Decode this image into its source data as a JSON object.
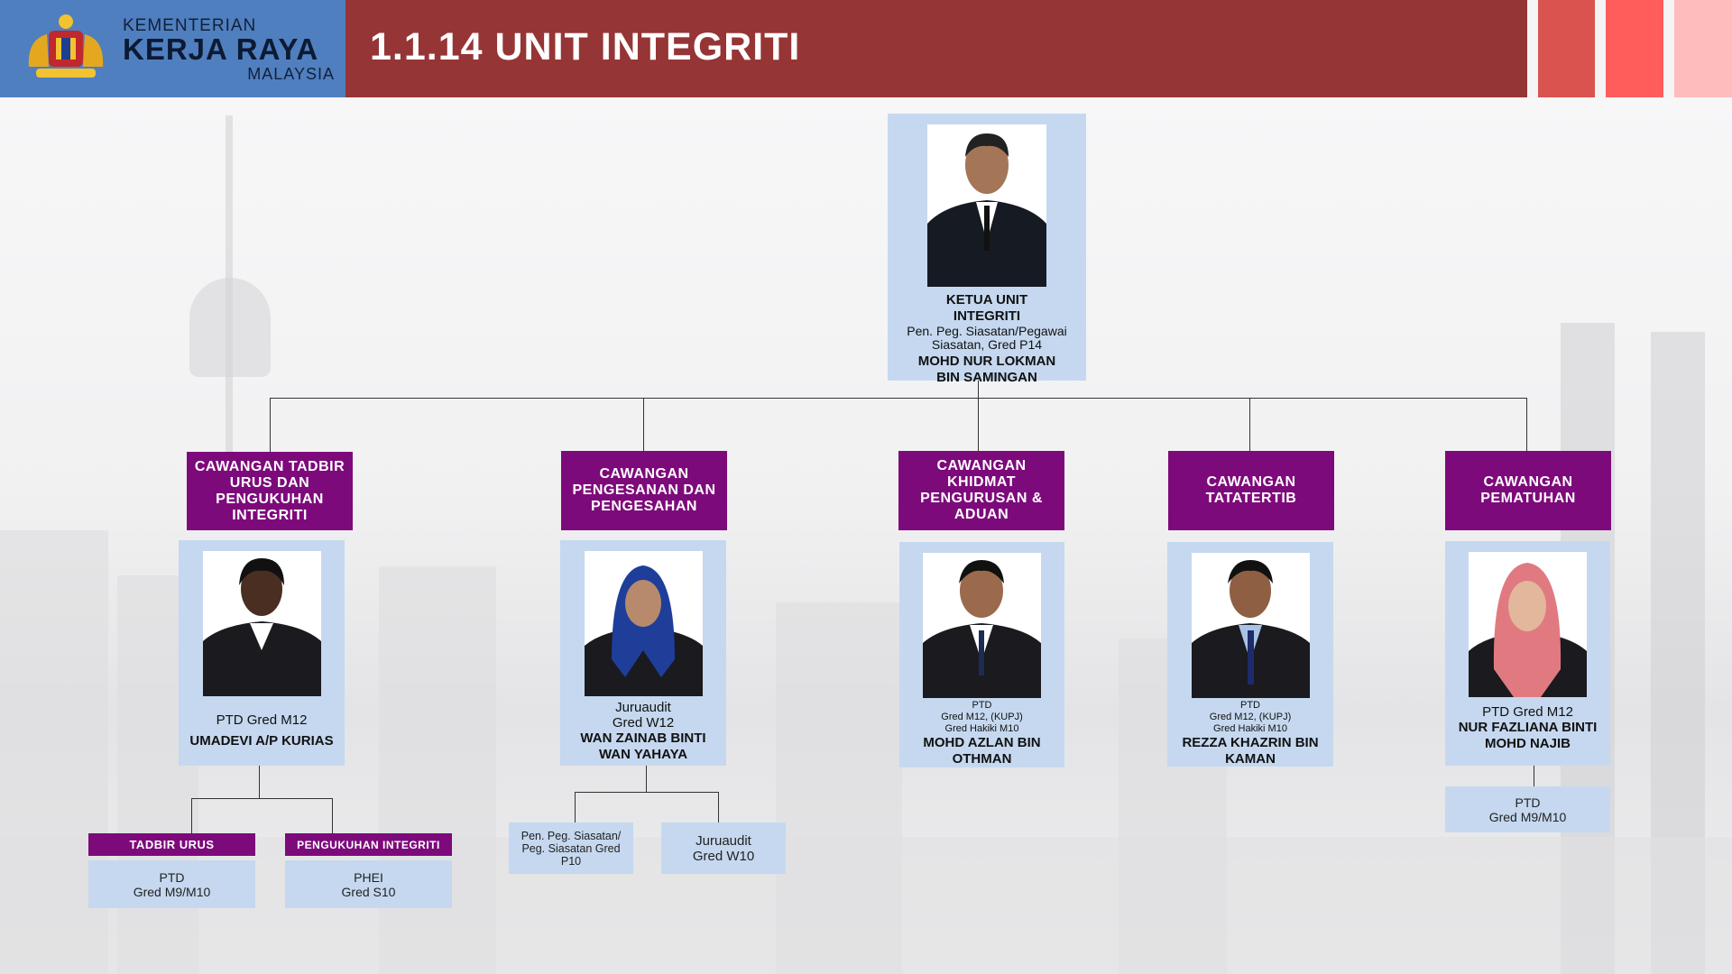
{
  "header": {
    "ministry_line1": "KEMENTERIAN",
    "ministry_line2": "KERJA RAYA",
    "ministry_line3": "MALAYSIA",
    "title": "1.1.14 UNIT INTEGRITI",
    "accent_colors": [
      "#d9534f",
      "#ff5c5c",
      "#ffbcbc"
    ]
  },
  "head": {
    "role_line1": "KETUA UNIT",
    "role_line2": "INTEGRITI",
    "grade_line1": "Pen. Peg. Siasatan/Pegawai",
    "grade_line2": "Siasatan, Gred P14",
    "name_line1": "MOHD NUR LOKMAN",
    "name_line2": "BIN SAMINGAN"
  },
  "branches": [
    {
      "title": "CAWANGAN TADBIR URUS DAN PENGUKUHAN INTEGRITI",
      "grade": "PTD Gred M12",
      "name": "UMADEVI A/P KURIAS",
      "units": [
        {
          "label": "TADBIR URUS",
          "line1": "PTD",
          "line2": "Gred M9/M10"
        },
        {
          "label": "PENGUKUHAN INTEGRITI",
          "line1": "PHEI",
          "line2": "Gred S10"
        }
      ]
    },
    {
      "title": "CAWANGAN PENGESANAN DAN PENGESAHAN",
      "grade_line1": "Juruaudit",
      "grade_line2": "Gred W12",
      "name_line1": "WAN ZAINAB BINTI",
      "name_line2": "WAN YAHAYA",
      "staff": [
        {
          "line1": "Pen. Peg. Siasatan/",
          "line2": "Peg. Siasatan Gred",
          "line3": "P10"
        },
        {
          "line1": "Juruaudit",
          "line2": "Gred W10"
        }
      ]
    },
    {
      "title": "CAWANGAN KHIDMAT PENGURUSAN & ADUAN",
      "grade_line1": "PTD",
      "grade_line2": "Gred M12, (KUPJ)",
      "grade_line3": "Gred Hakiki M10",
      "name_line1": "MOHD AZLAN BIN",
      "name_line2": "OTHMAN"
    },
    {
      "title": "CAWANGAN TATATERTIB",
      "grade_line1": "PTD",
      "grade_line2": "Gred M12, (KUPJ)",
      "grade_line3": "Gred Hakiki M10",
      "name_line1": "REZZA KHAZRIN BIN",
      "name_line2": "KAMAN"
    },
    {
      "title": "CAWANGAN PEMATUHAN",
      "grade": "PTD Gred M12",
      "name_line1": "NUR FAZLIANA BINTI",
      "name_line2": "MOHD NAJIB",
      "staff": [
        {
          "line1": "PTD",
          "line2": "Gred M9/M10"
        }
      ]
    }
  ]
}
